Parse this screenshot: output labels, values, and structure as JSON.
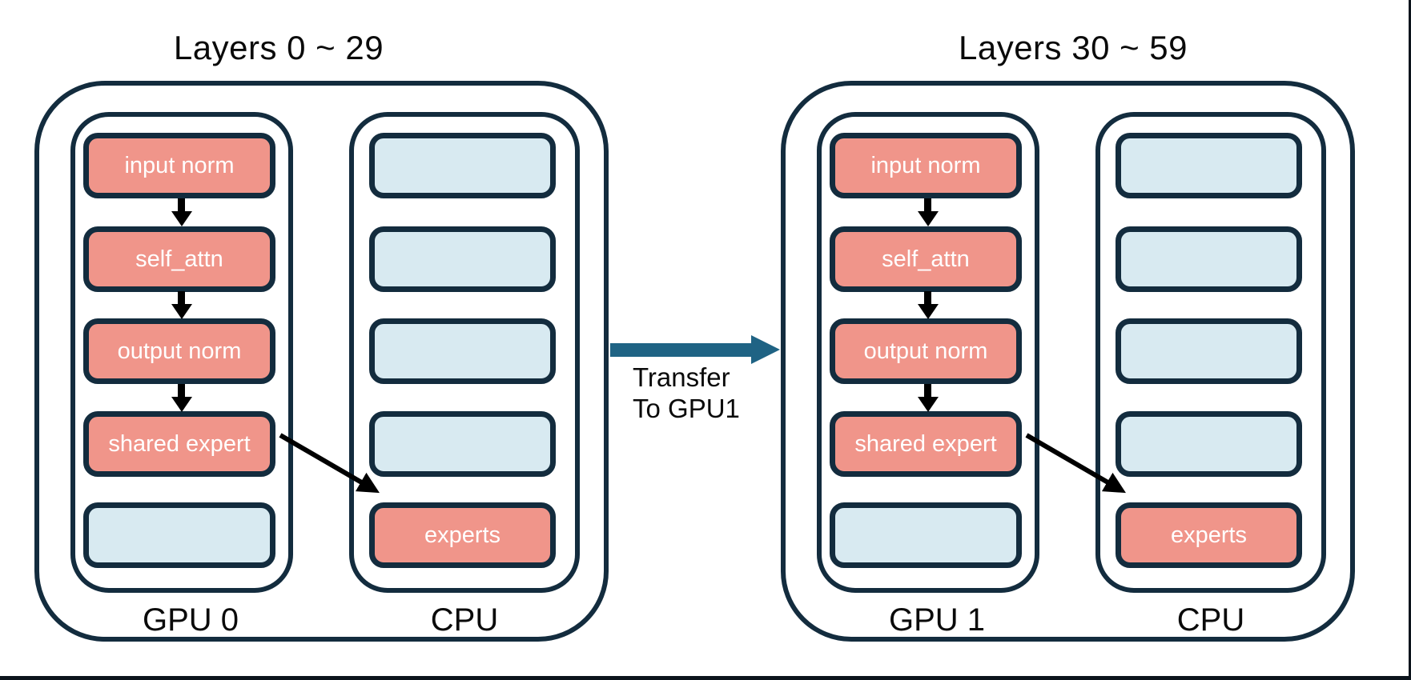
{
  "diagram": {
    "groups": [
      {
        "title": "Layers 0 ~ 29",
        "gpu": {
          "label": "GPU 0",
          "blocks": [
            {
              "label": "input norm",
              "style": "salmon"
            },
            {
              "label": "self_attn",
              "style": "salmon"
            },
            {
              "label": "output norm",
              "style": "salmon"
            },
            {
              "label": "shared expert",
              "style": "salmon"
            },
            {
              "label": "",
              "style": "blue"
            }
          ]
        },
        "cpu": {
          "label": "CPU",
          "blocks": [
            {
              "label": "",
              "style": "blue"
            },
            {
              "label": "",
              "style": "blue"
            },
            {
              "label": "",
              "style": "blue"
            },
            {
              "label": "",
              "style": "blue"
            },
            {
              "label": "experts",
              "style": "salmon"
            }
          ]
        }
      },
      {
        "title": "Layers 30 ~ 59",
        "gpu": {
          "label": "GPU 1",
          "blocks": [
            {
              "label": "input norm",
              "style": "salmon"
            },
            {
              "label": "self_attn",
              "style": "salmon"
            },
            {
              "label": "output norm",
              "style": "salmon"
            },
            {
              "label": "shared expert",
              "style": "salmon"
            },
            {
              "label": "",
              "style": "blue"
            }
          ]
        },
        "cpu": {
          "label": "CPU",
          "blocks": [
            {
              "label": "",
              "style": "blue"
            },
            {
              "label": "",
              "style": "blue"
            },
            {
              "label": "",
              "style": "blue"
            },
            {
              "label": "",
              "style": "blue"
            },
            {
              "label": "experts",
              "style": "salmon"
            }
          ]
        }
      }
    ],
    "transfer": {
      "line1": "Transfer",
      "line2": "To GPU1"
    },
    "colors": {
      "border_navy": "#132C3E",
      "salmon": "#F0958A",
      "light_blue": "#D8EAF1",
      "transfer_teal": "#1F6384",
      "text_dark": "#0A0A0A",
      "block_text": "#FFFFFF"
    }
  }
}
